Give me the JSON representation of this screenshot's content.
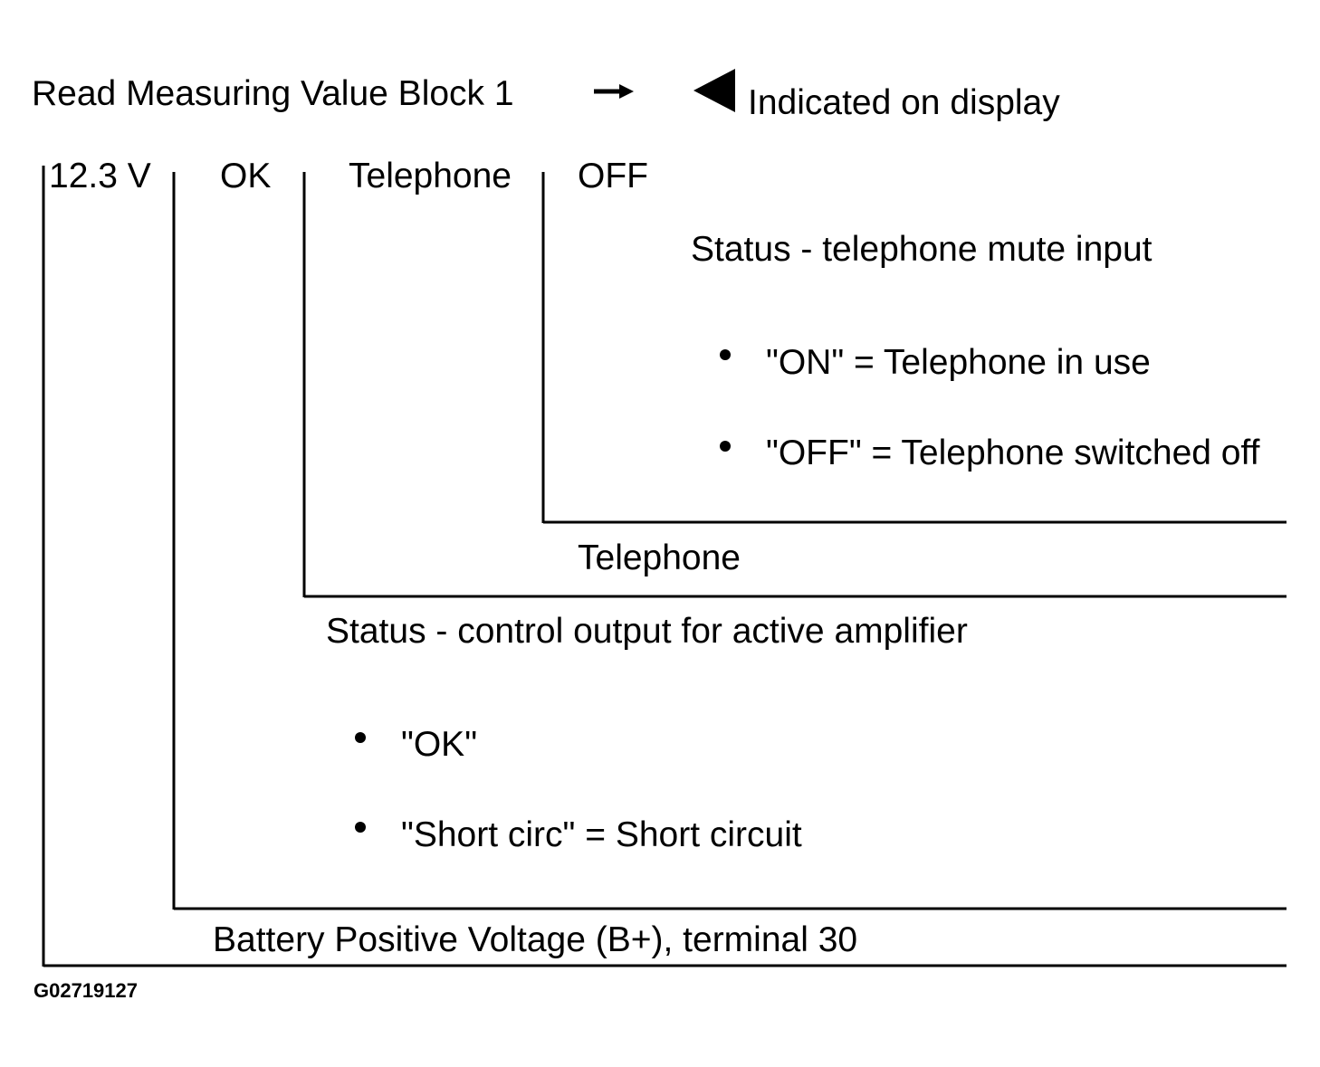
{
  "header": {
    "instruction": "Read Measuring Value Block 1",
    "arrow_icon": "right-arrow-icon",
    "display_marker_icon": "left-triangle-icon",
    "display_note": "Indicated on display"
  },
  "display_fields": {
    "field1": "12.3 V",
    "field2": "OK",
    "field3": "Telephone",
    "field4": "OFF"
  },
  "descriptions": {
    "field4": {
      "title": "Status - telephone mute input",
      "bullets": [
        "\"ON\" = Telephone in use",
        "\"OFF\" = Telephone switched off"
      ]
    },
    "field3": {
      "title": "Telephone"
    },
    "field2": {
      "title": "Status - control output for active amplifier",
      "bullets": [
        "\"OK\"",
        "\"Short circ\" = Short circuit"
      ]
    },
    "field1": {
      "title": "Battery Positive Voltage (B+), terminal 30"
    }
  },
  "figure_id": "G02719127",
  "colors": {
    "ink": "#000000",
    "background": "#ffffff"
  }
}
